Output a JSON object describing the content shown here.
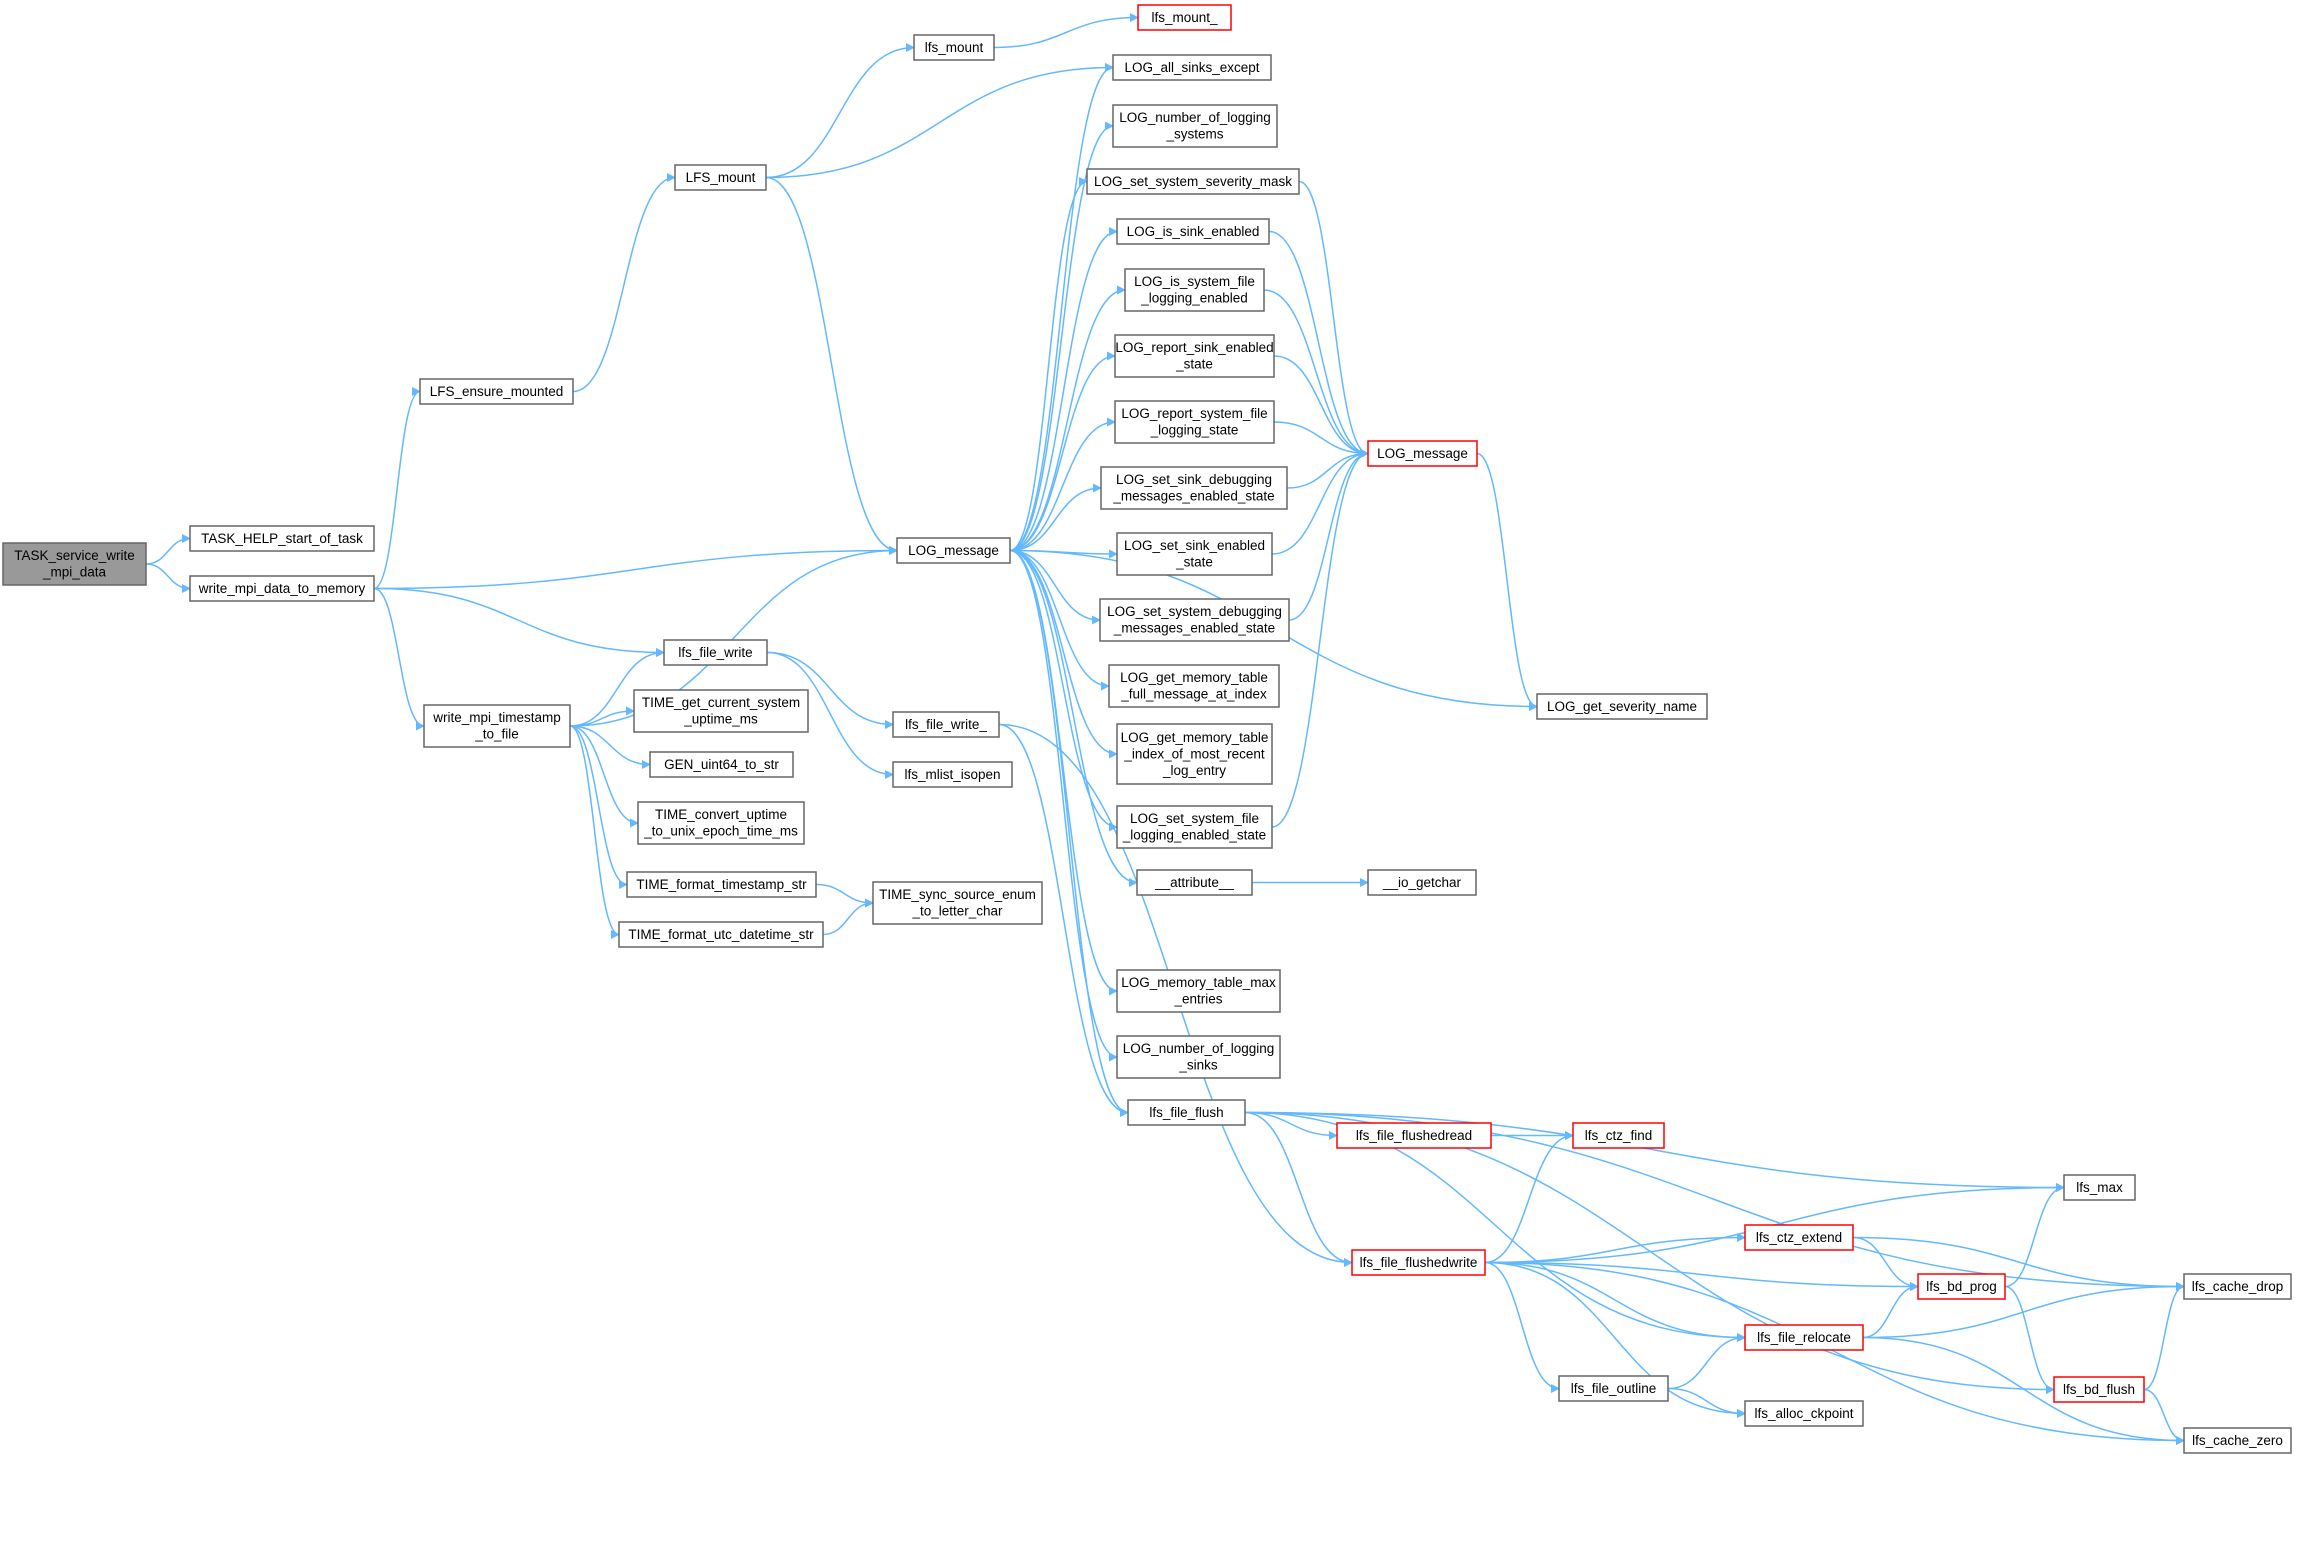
{
  "colors": {
    "edge": "#63b8ff",
    "node_border": "#666666",
    "root_fill": "#999999",
    "truncated_border": "#ff0000"
  },
  "nodes": [
    {
      "id": "task_service",
      "lines": [
        "TASK_service_write",
        "_mpi_data"
      ],
      "style": "root"
    },
    {
      "id": "task_help",
      "lines": [
        "TASK_HELP_start_of_task"
      ]
    },
    {
      "id": "write_mem",
      "lines": [
        "write_mpi_data_to_memory"
      ]
    },
    {
      "id": "lfs_ensure",
      "lines": [
        "LFS_ensure_mounted"
      ]
    },
    {
      "id": "LFS_mount",
      "lines": [
        "LFS_mount"
      ]
    },
    {
      "id": "lfs_mount",
      "lines": [
        "lfs_mount"
      ]
    },
    {
      "id": "lfs_mount_",
      "lines": [
        "lfs_mount_"
      ],
      "style": "truncated"
    },
    {
      "id": "wts",
      "lines": [
        "write_mpi_timestamp",
        "_to_file"
      ]
    },
    {
      "id": "log_message",
      "lines": [
        "LOG_message"
      ]
    },
    {
      "id": "lfs_file_write",
      "lines": [
        "lfs_file_write"
      ]
    },
    {
      "id": "lfs_file_write_",
      "lines": [
        "lfs_file_write_"
      ]
    },
    {
      "id": "lfs_mlist",
      "lines": [
        "lfs_mlist_isopen"
      ]
    },
    {
      "id": "time_gcsu",
      "lines": [
        "TIME_get_current_system",
        "_uptime_ms"
      ]
    },
    {
      "id": "gen_u64",
      "lines": [
        "GEN_uint64_to_str"
      ]
    },
    {
      "id": "time_cvt",
      "lines": [
        "TIME_convert_uptime",
        "_to_unix_epoch_time_ms"
      ]
    },
    {
      "id": "time_fts",
      "lines": [
        "TIME_format_timestamp_str"
      ]
    },
    {
      "id": "time_fudt",
      "lines": [
        "TIME_format_utc_datetime_str"
      ]
    },
    {
      "id": "time_sync",
      "lines": [
        "TIME_sync_source_enum",
        "_to_letter_char"
      ]
    },
    {
      "id": "log_all",
      "lines": [
        "LOG_all_sinks_except"
      ]
    },
    {
      "id": "log_numsys",
      "lines": [
        "LOG_number_of_logging",
        "_systems"
      ]
    },
    {
      "id": "log_ssm",
      "lines": [
        "LOG_set_system_severity_mask"
      ]
    },
    {
      "id": "log_ise",
      "lines": [
        "LOG_is_sink_enabled"
      ]
    },
    {
      "id": "log_isfle",
      "lines": [
        "LOG_is_system_file",
        "_logging_enabled"
      ]
    },
    {
      "id": "log_rsse",
      "lines": [
        "LOG_report_sink_enabled",
        "_state"
      ]
    },
    {
      "id": "log_rsfls",
      "lines": [
        "LOG_report_system_file",
        "_logging_state"
      ]
    },
    {
      "id": "log_ssdme",
      "lines": [
        "LOG_set_sink_debugging",
        "_messages_enabled_state"
      ]
    },
    {
      "id": "log_sses",
      "lines": [
        "LOG_set_sink_enabled",
        "_state"
      ]
    },
    {
      "id": "log_ssysdme",
      "lines": [
        "LOG_set_system_debugging",
        "_messages_enabled_state"
      ]
    },
    {
      "id": "log_gmtf",
      "lines": [
        "LOG_get_memory_table",
        "_full_message_at_index"
      ]
    },
    {
      "id": "log_gmti",
      "lines": [
        "LOG_get_memory_table",
        "_index_of_most_recent",
        "_log_entry"
      ]
    },
    {
      "id": "log_ssfle",
      "lines": [
        "LOG_set_system_file",
        "_logging_enabled_state"
      ]
    },
    {
      "id": "attr",
      "lines": [
        "__attribute__"
      ]
    },
    {
      "id": "io_getchar",
      "lines": [
        "__io_getchar"
      ]
    },
    {
      "id": "log_mtme",
      "lines": [
        "LOG_memory_table_max",
        "_entries"
      ]
    },
    {
      "id": "log_nls",
      "lines": [
        "LOG_number_of_logging",
        "_sinks"
      ]
    },
    {
      "id": "log_message2",
      "lines": [
        "LOG_message"
      ],
      "style": "truncated"
    },
    {
      "id": "log_gsn",
      "lines": [
        "LOG_get_severity_name"
      ]
    },
    {
      "id": "lfs_file_flush",
      "lines": [
        "lfs_file_flush"
      ]
    },
    {
      "id": "lfs_ffr",
      "lines": [
        "lfs_file_flushedread"
      ],
      "style": "truncated"
    },
    {
      "id": "lfs_ctz_find",
      "lines": [
        "lfs_ctz_find"
      ],
      "style": "truncated"
    },
    {
      "id": "lfs_ffw",
      "lines": [
        "lfs_file_flushedwrite"
      ],
      "style": "truncated"
    },
    {
      "id": "lfs_ctz_ext",
      "lines": [
        "lfs_ctz_extend"
      ],
      "style": "truncated"
    },
    {
      "id": "lfs_bd_prog",
      "lines": [
        "lfs_bd_prog"
      ],
      "style": "truncated"
    },
    {
      "id": "lfs_reloc",
      "lines": [
        "lfs_file_relocate"
      ],
      "style": "truncated"
    },
    {
      "id": "lfs_outline",
      "lines": [
        "lfs_file_outline"
      ]
    },
    {
      "id": "lfs_alloc",
      "lines": [
        "lfs_alloc_ckpoint"
      ]
    },
    {
      "id": "lfs_bd_flush",
      "lines": [
        "lfs_bd_flush"
      ],
      "style": "truncated"
    },
    {
      "id": "lfs_max",
      "lines": [
        "lfs_max"
      ]
    },
    {
      "id": "lfs_cdrop",
      "lines": [
        "lfs_cache_drop"
      ]
    },
    {
      "id": "lfs_czero",
      "lines": [
        "lfs_cache_zero"
      ]
    }
  ],
  "edges": [
    [
      "task_service",
      "task_help"
    ],
    [
      "task_service",
      "write_mem"
    ],
    [
      "write_mem",
      "lfs_ensure"
    ],
    [
      "write_mem",
      "log_message"
    ],
    [
      "write_mem",
      "lfs_file_write"
    ],
    [
      "write_mem",
      "wts"
    ],
    [
      "lfs_ensure",
      "LFS_mount"
    ],
    [
      "LFS_mount",
      "lfs_mount"
    ],
    [
      "LFS_mount",
      "log_all"
    ],
    [
      "LFS_mount",
      "log_message"
    ],
    [
      "lfs_mount",
      "lfs_mount_"
    ],
    [
      "wts",
      "log_message"
    ],
    [
      "wts",
      "lfs_file_write"
    ],
    [
      "wts",
      "time_gcsu"
    ],
    [
      "wts",
      "gen_u64"
    ],
    [
      "wts",
      "time_cvt"
    ],
    [
      "wts",
      "time_fts"
    ],
    [
      "wts",
      "time_fudt"
    ],
    [
      "time_fts",
      "time_sync"
    ],
    [
      "time_fudt",
      "time_sync"
    ],
    [
      "lfs_file_write",
      "lfs_file_write_"
    ],
    [
      "lfs_file_write",
      "lfs_mlist"
    ],
    [
      "lfs_file_write_",
      "lfs_file_flush"
    ],
    [
      "lfs_file_write_",
      "lfs_ffw"
    ],
    [
      "log_message",
      "log_all"
    ],
    [
      "log_message",
      "log_numsys"
    ],
    [
      "log_message",
      "log_ssm"
    ],
    [
      "log_message",
      "log_ise"
    ],
    [
      "log_message",
      "log_isfle"
    ],
    [
      "log_message",
      "log_rsse"
    ],
    [
      "log_message",
      "log_rsfls"
    ],
    [
      "log_message",
      "log_ssdme"
    ],
    [
      "log_message",
      "log_sses"
    ],
    [
      "log_message",
      "log_ssysdme"
    ],
    [
      "log_message",
      "log_gmtf"
    ],
    [
      "log_message",
      "log_gmti"
    ],
    [
      "log_message",
      "log_ssfle"
    ],
    [
      "log_message",
      "attr"
    ],
    [
      "log_message",
      "log_gsn"
    ],
    [
      "log_message",
      "log_mtme"
    ],
    [
      "log_message",
      "log_nls"
    ],
    [
      "log_message",
      "lfs_file_flush"
    ],
    [
      "log_ssm",
      "log_message2"
    ],
    [
      "log_ise",
      "log_message2"
    ],
    [
      "log_isfle",
      "log_message2"
    ],
    [
      "log_rsse",
      "log_message2"
    ],
    [
      "log_rsfls",
      "log_message2"
    ],
    [
      "log_ssdme",
      "log_message2"
    ],
    [
      "log_sses",
      "log_message2"
    ],
    [
      "log_ssysdme",
      "log_message2"
    ],
    [
      "log_ssfle",
      "log_message2"
    ],
    [
      "log_message2",
      "log_gsn"
    ],
    [
      "attr",
      "io_getchar"
    ],
    [
      "lfs_file_flush",
      "lfs_cdrop"
    ],
    [
      "lfs_file_flush",
      "lfs_max"
    ],
    [
      "lfs_file_flush",
      "lfs_reloc"
    ],
    [
      "lfs_file_flush",
      "lfs_ffr"
    ],
    [
      "lfs_file_flush",
      "lfs_ffw"
    ],
    [
      "lfs_file_flush",
      "lfs_bd_flush"
    ],
    [
      "lfs_ffr",
      "lfs_ctz_find"
    ],
    [
      "lfs_ffw",
      "lfs_ctz_find"
    ],
    [
      "lfs_ffw",
      "lfs_max"
    ],
    [
      "lfs_ffw",
      "lfs_ctz_ext"
    ],
    [
      "lfs_ffw",
      "lfs_bd_prog"
    ],
    [
      "lfs_ffw",
      "lfs_reloc"
    ],
    [
      "lfs_ffw",
      "lfs_outline"
    ],
    [
      "lfs_ffw",
      "lfs_alloc"
    ],
    [
      "lfs_ffw",
      "lfs_czero"
    ],
    [
      "lfs_ctz_ext",
      "lfs_bd_prog"
    ],
    [
      "lfs_ctz_ext",
      "lfs_cdrop"
    ],
    [
      "lfs_reloc",
      "lfs_bd_prog"
    ],
    [
      "lfs_reloc",
      "lfs_cdrop"
    ],
    [
      "lfs_reloc",
      "lfs_czero"
    ],
    [
      "lfs_outline",
      "lfs_reloc"
    ],
    [
      "lfs_outline",
      "lfs_alloc"
    ],
    [
      "lfs_bd_prog",
      "lfs_max"
    ],
    [
      "lfs_bd_prog",
      "lfs_bd_flush"
    ],
    [
      "lfs_bd_flush",
      "lfs_cdrop"
    ],
    [
      "lfs_bd_flush",
      "lfs_czero"
    ]
  ]
}
